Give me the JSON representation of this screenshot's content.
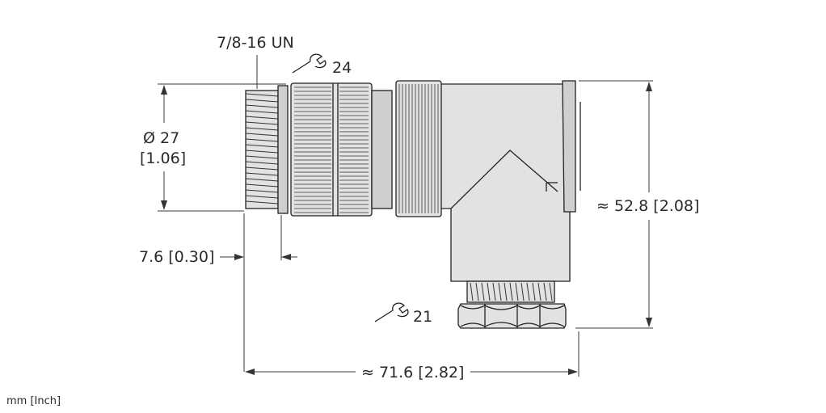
{
  "thread_label": "7/8-16 UN",
  "wrench_top_label": "24",
  "wrench_bottom_label": "21",
  "diameter_label": "Ø 27",
  "diameter_inch_label": "[1.06]",
  "thread_length_label": "7.6 [0.30]",
  "height_label": "≈ 52.8 [2.08]",
  "width_label": "≈ 71.6 [2.82]",
  "units_label": "mm [Inch]"
}
